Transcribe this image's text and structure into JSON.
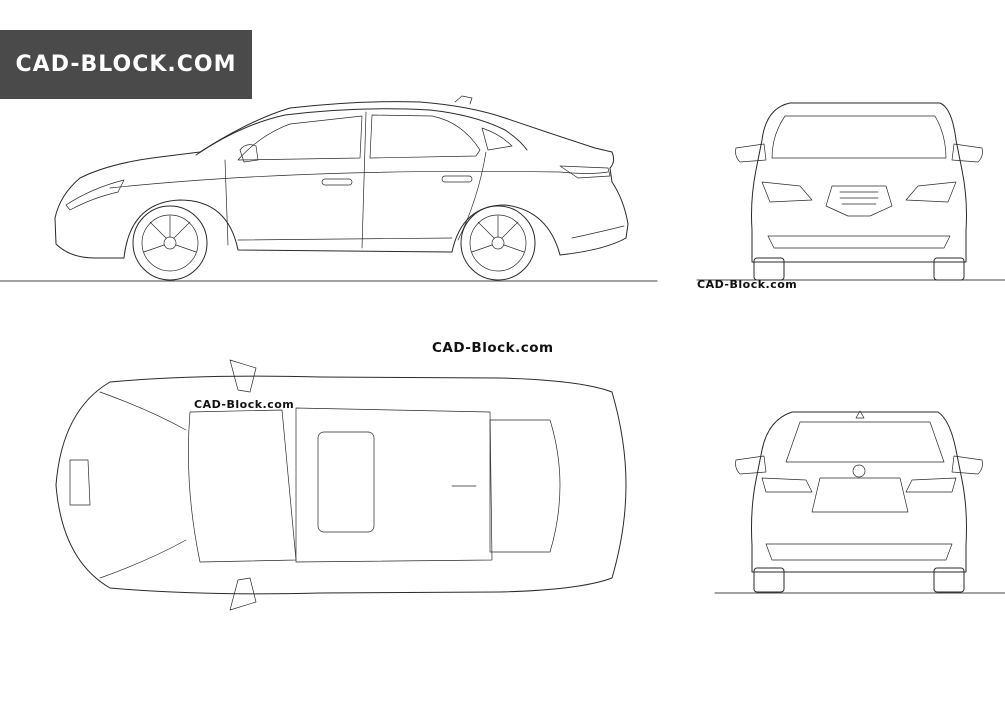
{
  "banner": {
    "text": "CAD-BLOCK.COM",
    "bg_color": "#4a4a4a",
    "text_color": "#ffffff"
  },
  "watermarks": {
    "top": "CAD-Block.com",
    "front": "CAD-Block.com",
    "plan": "CAD-Block.com"
  },
  "views": [
    "side-view",
    "front-view",
    "top-view",
    "rear-view"
  ],
  "line_color": "#2a2a2a"
}
